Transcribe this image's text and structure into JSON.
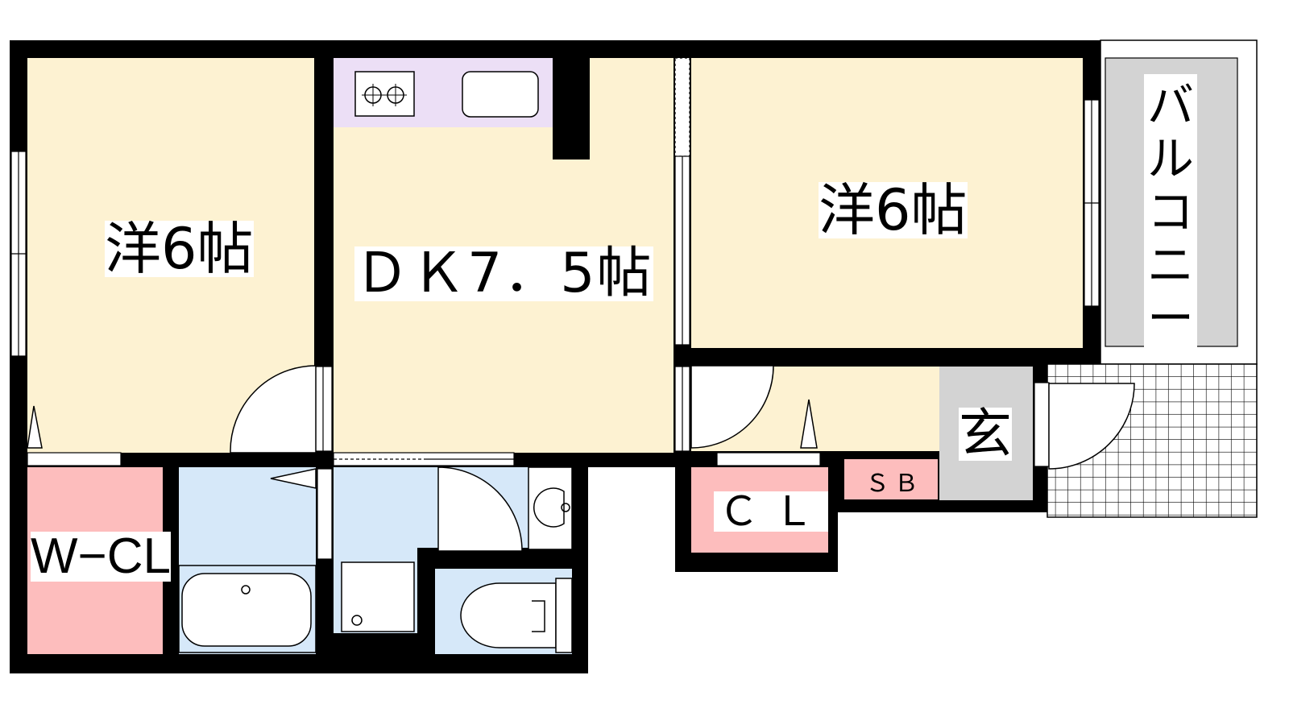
{
  "rooms": {
    "western_left": {
      "label": "洋6帖",
      "fill": "#fdf2d2"
    },
    "dining_kitchen": {
      "label": "ＤＫ7．5帖",
      "fill": "#fdf2d2"
    },
    "western_right": {
      "label": "洋6帖",
      "fill": "#fdf2d2"
    },
    "walk_in_closet": {
      "label": "W−CL",
      "fill": "#fdbdbd"
    },
    "closet": {
      "label": "ＣＬ",
      "fill": "#fdbdbd"
    },
    "shoe_box": {
      "label": "ＳＢ",
      "fill": "#fdbdbd"
    },
    "entrance": {
      "label": "玄",
      "fill": "#d3d3d3"
    },
    "balcony": {
      "label": "バルコニー",
      "fill": "#d3d3d3"
    },
    "hall": {
      "fill": "#fdf2d2"
    },
    "bath": {
      "fill": "#d6e8f9"
    },
    "washroom": {
      "fill": "#d6e8f9"
    },
    "toilet": {
      "fill": "#d6e8f9"
    },
    "kitchen_counter": {
      "fill": "#ecdff6"
    }
  },
  "colors": {
    "wall": "#000000",
    "fixture_stroke": "#000000"
  }
}
